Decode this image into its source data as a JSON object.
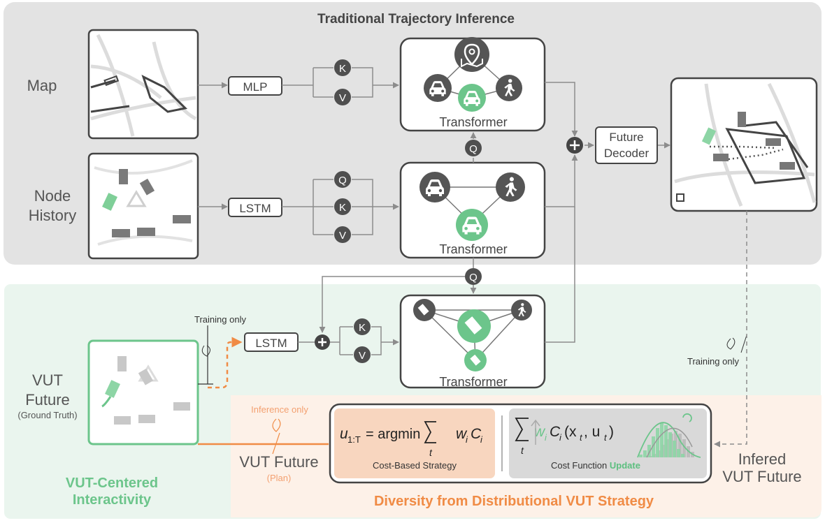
{
  "header": {
    "title": "Traditional Trajectory Inference"
  },
  "inputs": {
    "map_label": "Map",
    "node_history_line1": "Node",
    "node_history_line2": "History",
    "vut_future_line1": "VUT",
    "vut_future_line2": "Future",
    "vut_future_sub": "(Ground Truth)"
  },
  "encoders": {
    "map": "MLP",
    "history": "LSTM",
    "vut": "LSTM"
  },
  "tokens": {
    "k": "K",
    "v": "V",
    "q": "Q"
  },
  "transformers": {
    "label": "Transformer"
  },
  "decoder": {
    "line1": "Future",
    "line2": "Decoder"
  },
  "notes": {
    "training_only": "Training only",
    "inference_only": "Inference only"
  },
  "vut_section": {
    "label_line1": "VUT-Centered",
    "label_line2": "Interactivity",
    "plan_title": "VUT Future",
    "plan_sub": "(Plan)"
  },
  "strategy": {
    "title": "Diversity from Distributional VUT Strategy",
    "cost_based_label": "Cost-Based Strategy",
    "cost_fn_prefix": "Cost Function ",
    "cost_fn_update": "Update",
    "eq_lhs": "u",
    "eq_lhs_sub": "1:T",
    "eq_argmin": "= argmin",
    "eq_sum_var": "t",
    "eq_w": "w",
    "eq_C": "C",
    "eq_i": "i",
    "cf_args": "(x",
    "cf_t": "t",
    "cf_u": ", u",
    "cf_close": ")"
  },
  "output": {
    "line1": "Infered",
    "line2": "VUT Future"
  },
  "colors": {
    "green": "#6cc58b",
    "green_text": "#5cbf7f",
    "orange": "#f08b45",
    "orange_text": "#f3a070",
    "top_panel": "#e3e3e3",
    "mid_panel": "#eaf5ee",
    "bottom_panel": "#fdf1e8",
    "dark": "#4f4f4f"
  }
}
